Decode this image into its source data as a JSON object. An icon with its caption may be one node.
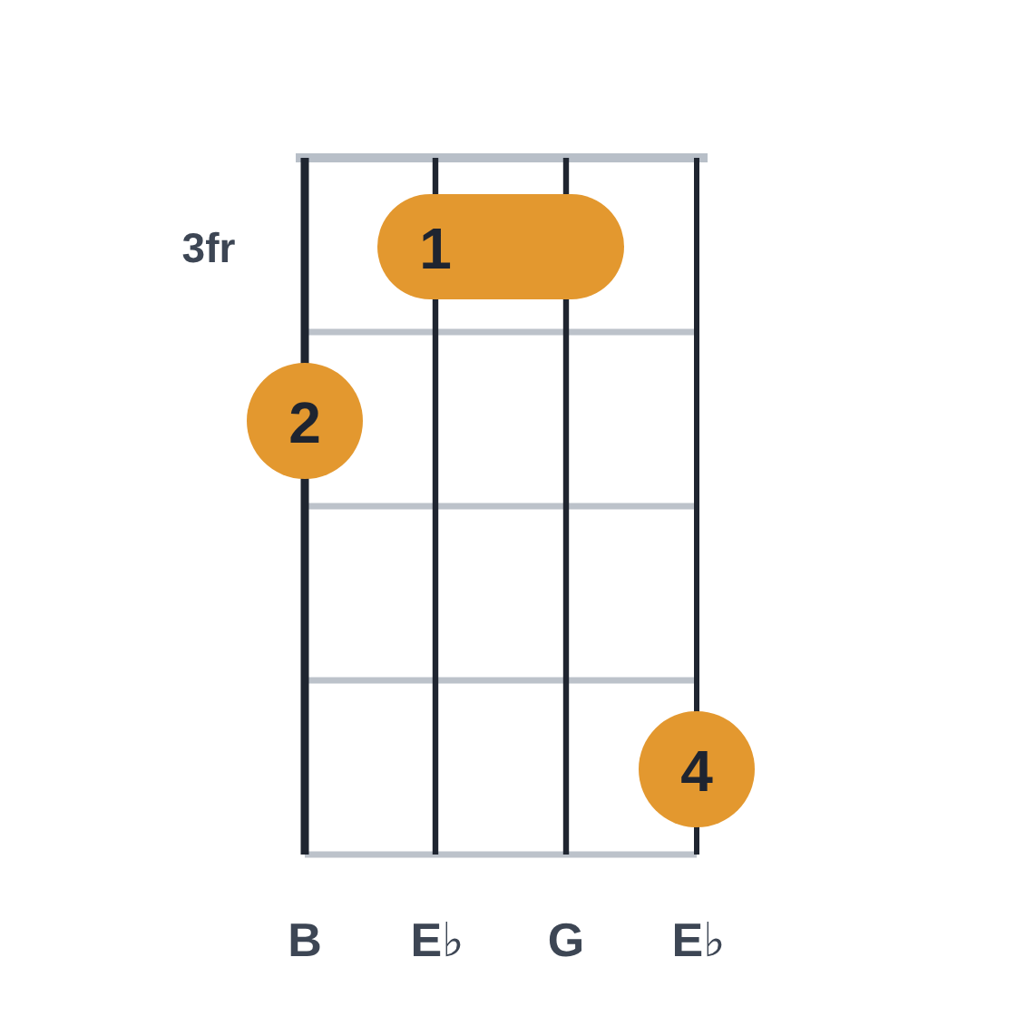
{
  "diagram": {
    "nodes": [
      {
        "text": [
          "1"
        ]
      },
      {
        "text": [
          "2"
        ]
      },
      {
        "text": [
          "4"
        ]
      }
    ],
    "edges": [],
    "labels": [
      "3fr",
      "B",
      "E♭",
      "G",
      "E♭"
    ]
  }
}
